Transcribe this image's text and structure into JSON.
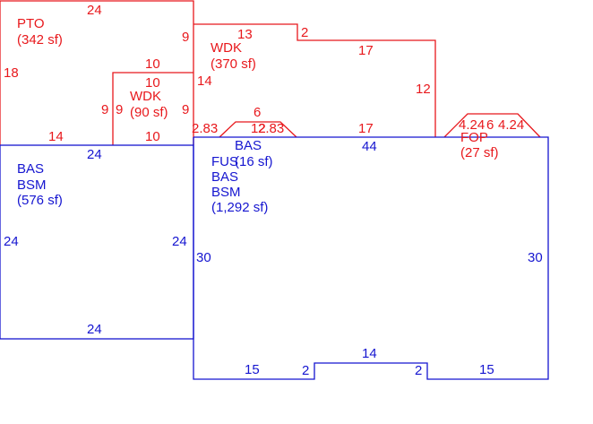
{
  "colors": {
    "red": "#e8181c",
    "blue": "#1515d0",
    "background": "#ffffff"
  },
  "areas": {
    "pto": {
      "lines": [
        "PTO",
        "(342 sf)"
      ]
    },
    "wdk_370": {
      "lines": [
        "WDK",
        "(370 sf)"
      ]
    },
    "wdk_90": {
      "lines": [
        "WDK",
        "(90 sf)"
      ]
    },
    "fop": {
      "lines": [
        "FOP",
        "(27 sf)"
      ]
    },
    "left_bsm": {
      "lines": [
        "BAS",
        "BSM",
        "(576 sf)"
      ]
    },
    "fus": {
      "lines": [
        "BAS",
        "FUS",
        "(16 sf)"
      ]
    },
    "main_bsm": {
      "lines": [
        "BAS",
        "BSM",
        "(1,292 sf)"
      ]
    }
  },
  "dimensions": {
    "red": [
      "24",
      "9",
      "18",
      "14",
      "13",
      "2",
      "17",
      "12",
      "10",
      "10",
      "14",
      "9",
      "9",
      "9",
      "10",
      "6",
      "12",
      "2.83",
      "2.83",
      "17",
      "4.24",
      "4.24",
      "6"
    ],
    "blue": [
      "24",
      "24",
      "24",
      "24",
      "30",
      "44",
      "30",
      "14",
      "15",
      "2",
      "2",
      "15"
    ]
  }
}
